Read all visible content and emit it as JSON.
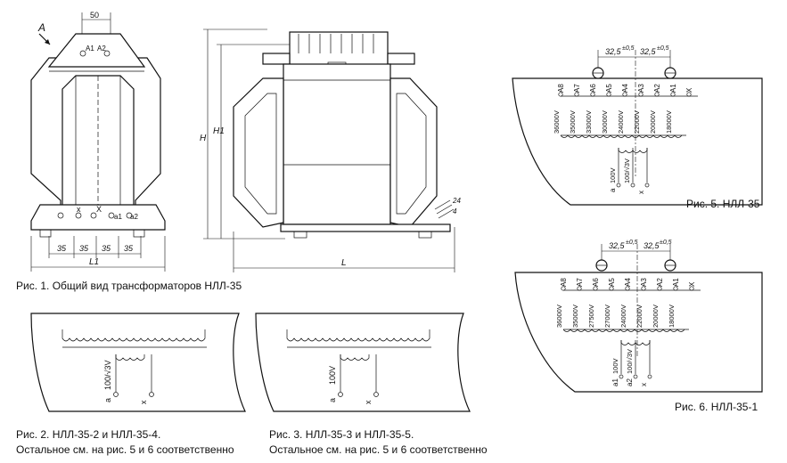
{
  "fig1": {
    "caption": "Рис. 1. Общий вид трансформаторов  НЛЛ-35",
    "view_label": "A",
    "dim_top": "50",
    "dim_step": "35",
    "dim_L1": "L1",
    "dim_H": "H",
    "dim_H1": "H1",
    "dim_L": "L",
    "term_A1": "A1",
    "term_A2": "A2",
    "term_x": "x",
    "term_X": "X",
    "term_a1": "a1",
    "term_a2": "a2",
    "dim_24": "24",
    "dim_4": "4"
  },
  "fig2": {
    "caption_line1": "Рис. 2.   НЛЛ-35-2 и НЛЛ-35-4.",
    "caption_line2": "Остальное см. на рис. 5 и 6 соответственно",
    "term_a": "a",
    "voltage": "100/√3V",
    "term_x": "x"
  },
  "fig3": {
    "caption_line1": "Рис. 3. НЛЛ-35-3 и НЛЛ-35-5.",
    "caption_line2": "Остальное см. на рис. 5 и 6 соответственно",
    "term_a": "a",
    "voltage": "100V",
    "term_x": "x"
  },
  "fig5": {
    "caption": "Рис. 5. НЛЛ-35",
    "dim_spacing": "32,5",
    "tolerance": "±0,5",
    "terminals": [
      "A8",
      "A7",
      "A6",
      "A5",
      "A4",
      "A3",
      "A2",
      "A1",
      "X"
    ],
    "voltages": [
      "36000V",
      "35000V",
      "33000V",
      "30000V",
      "24000V",
      "22000V",
      "20000V",
      "18000V"
    ],
    "secondary_a": "a",
    "secondary_voltage_1": "100V",
    "secondary_voltage_2": "100/√3V",
    "secondary_x": "x"
  },
  "fig6": {
    "caption": "Рис. 6. НЛЛ-35-1",
    "dim_spacing": "32,5",
    "tolerance": "±0,5",
    "terminals": [
      "A8",
      "A7",
      "A6",
      "A5",
      "A4",
      "A3",
      "A2",
      "A1",
      "X"
    ],
    "voltages": [
      "36000V",
      "35000V",
      "27500V",
      "27000V",
      "24000V",
      "22000V",
      "20000V",
      "18000V"
    ],
    "secondary_a1": "a1",
    "secondary_a2": "a2",
    "secondary_voltage_1": "100V",
    "secondary_voltage_2": "100/√3V",
    "secondary_x": "x"
  }
}
